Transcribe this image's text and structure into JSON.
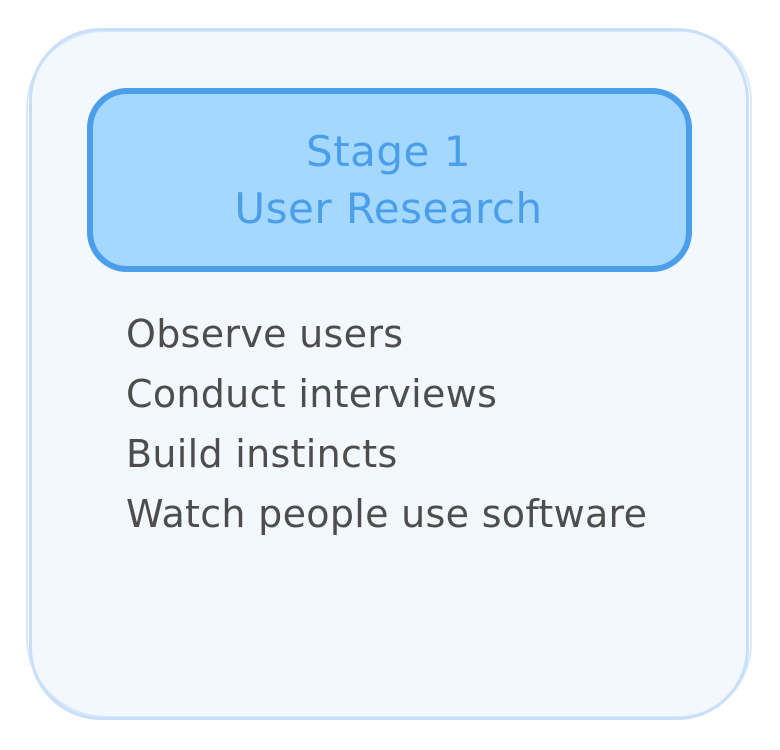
{
  "diagram": {
    "card": {
      "background_color": "#f3f7fe",
      "border_color": "#c9dff8"
    },
    "stage": {
      "line1": "Stage 1",
      "line2": "User Research",
      "fill_color": "#a5d8ff",
      "stroke_color": "#4a9eea",
      "text_color": "#4a9eea"
    },
    "items": [
      "Observe users",
      "Conduct interviews",
      "Build instincts",
      "Watch people use software"
    ],
    "item_text_color": "#4d4d4d"
  }
}
